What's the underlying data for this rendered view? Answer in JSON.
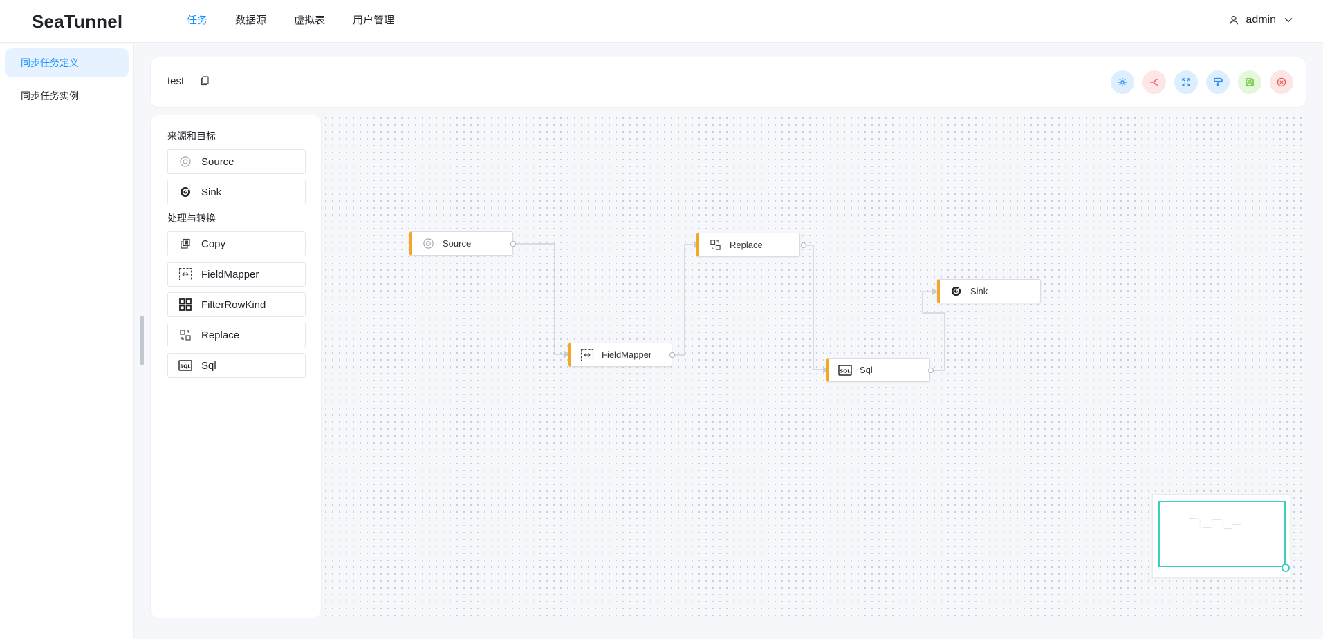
{
  "app": {
    "title": "SeaTunnel"
  },
  "nav": [
    {
      "label": "任务",
      "active": true
    },
    {
      "label": "数据源",
      "active": false
    },
    {
      "label": "虚拟表",
      "active": false
    },
    {
      "label": "用户管理",
      "active": false
    }
  ],
  "user": {
    "name": "admin"
  },
  "sidebar": [
    {
      "label": "同步任务定义",
      "active": true
    },
    {
      "label": "同步任务实例",
      "active": false
    }
  ],
  "task": {
    "name": "test"
  },
  "toolbar": [
    {
      "icon": "gear-icon",
      "color": "#2f8cf0",
      "bg": "#ddeefe"
    },
    {
      "icon": "split-icon",
      "color": "#ea5455",
      "bg": "#fde6e6"
    },
    {
      "icon": "fullscreen-icon",
      "color": "#2f8cf0",
      "bg": "#ddeefe"
    },
    {
      "icon": "format-brush-icon",
      "color": "#2f8cf0",
      "bg": "#ddeefe"
    },
    {
      "icon": "save-icon",
      "color": "#52c41a",
      "bg": "#e5f7dc"
    },
    {
      "icon": "close-circle-icon",
      "color": "#ea5455",
      "bg": "#fde6e6"
    }
  ],
  "palette": {
    "sources_title": "来源和目标",
    "sources": [
      {
        "label": "Source",
        "icon": "source-icon"
      },
      {
        "label": "Sink",
        "icon": "sink-icon"
      }
    ],
    "transforms_title": "处理与转换",
    "transforms": [
      {
        "label": "Copy",
        "icon": "copy-icon"
      },
      {
        "label": "FieldMapper",
        "icon": "fieldmapper-icon"
      },
      {
        "label": "FilterRowKind",
        "icon": "filter-grid-icon"
      },
      {
        "label": "Replace",
        "icon": "replace-icon"
      },
      {
        "label": "Sql",
        "icon": "sql-icon"
      }
    ]
  },
  "canvas": {
    "nodes": [
      {
        "label": "Source",
        "icon": "source-icon"
      },
      {
        "label": "FieldMapper",
        "icon": "fieldmapper-icon"
      },
      {
        "label": "Replace",
        "icon": "replace-icon"
      },
      {
        "label": "Sql",
        "icon": "sql-icon"
      },
      {
        "label": "Sink",
        "icon": "sink-icon"
      }
    ]
  },
  "colors": {
    "accent": "#1890ff",
    "node_marker": "#f5a623",
    "minimap_viewport": "#3ccfc0"
  }
}
